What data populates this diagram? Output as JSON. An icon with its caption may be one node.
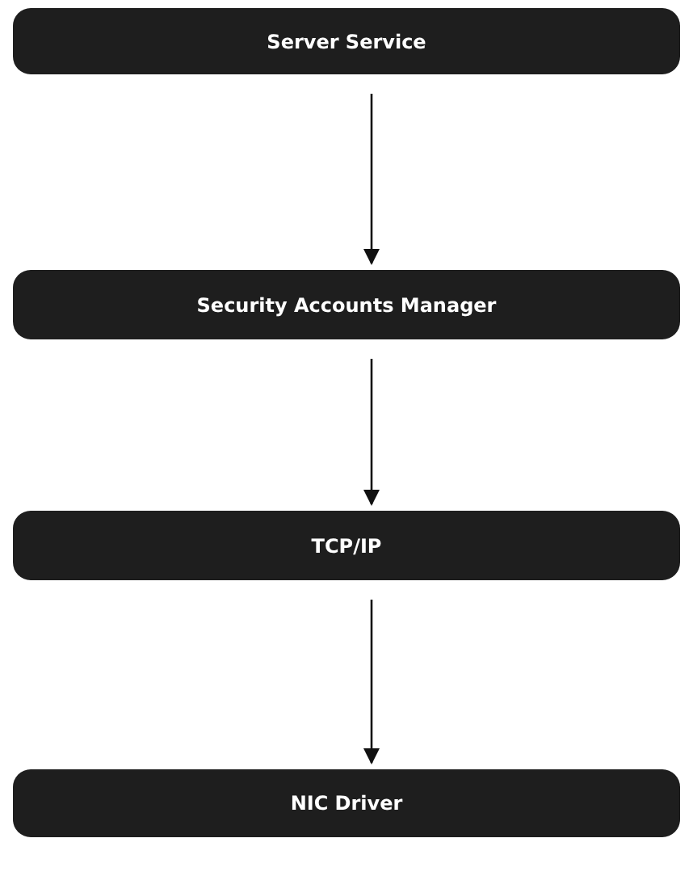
{
  "diagram": {
    "nodes": [
      {
        "text": [
          "Server Service"
        ]
      },
      {
        "text": [
          "Security Accounts Manager"
        ]
      },
      {
        "text": [
          "TCP/IP"
        ]
      },
      {
        "text": [
          "NIC Driver"
        ]
      }
    ],
    "edges": [
      {
        "from": 0,
        "to": 1,
        "arrow": "to"
      },
      {
        "from": 1,
        "to": 2,
        "arrow": "to"
      },
      {
        "from": 2,
        "to": 3,
        "arrow": "to"
      }
    ]
  }
}
